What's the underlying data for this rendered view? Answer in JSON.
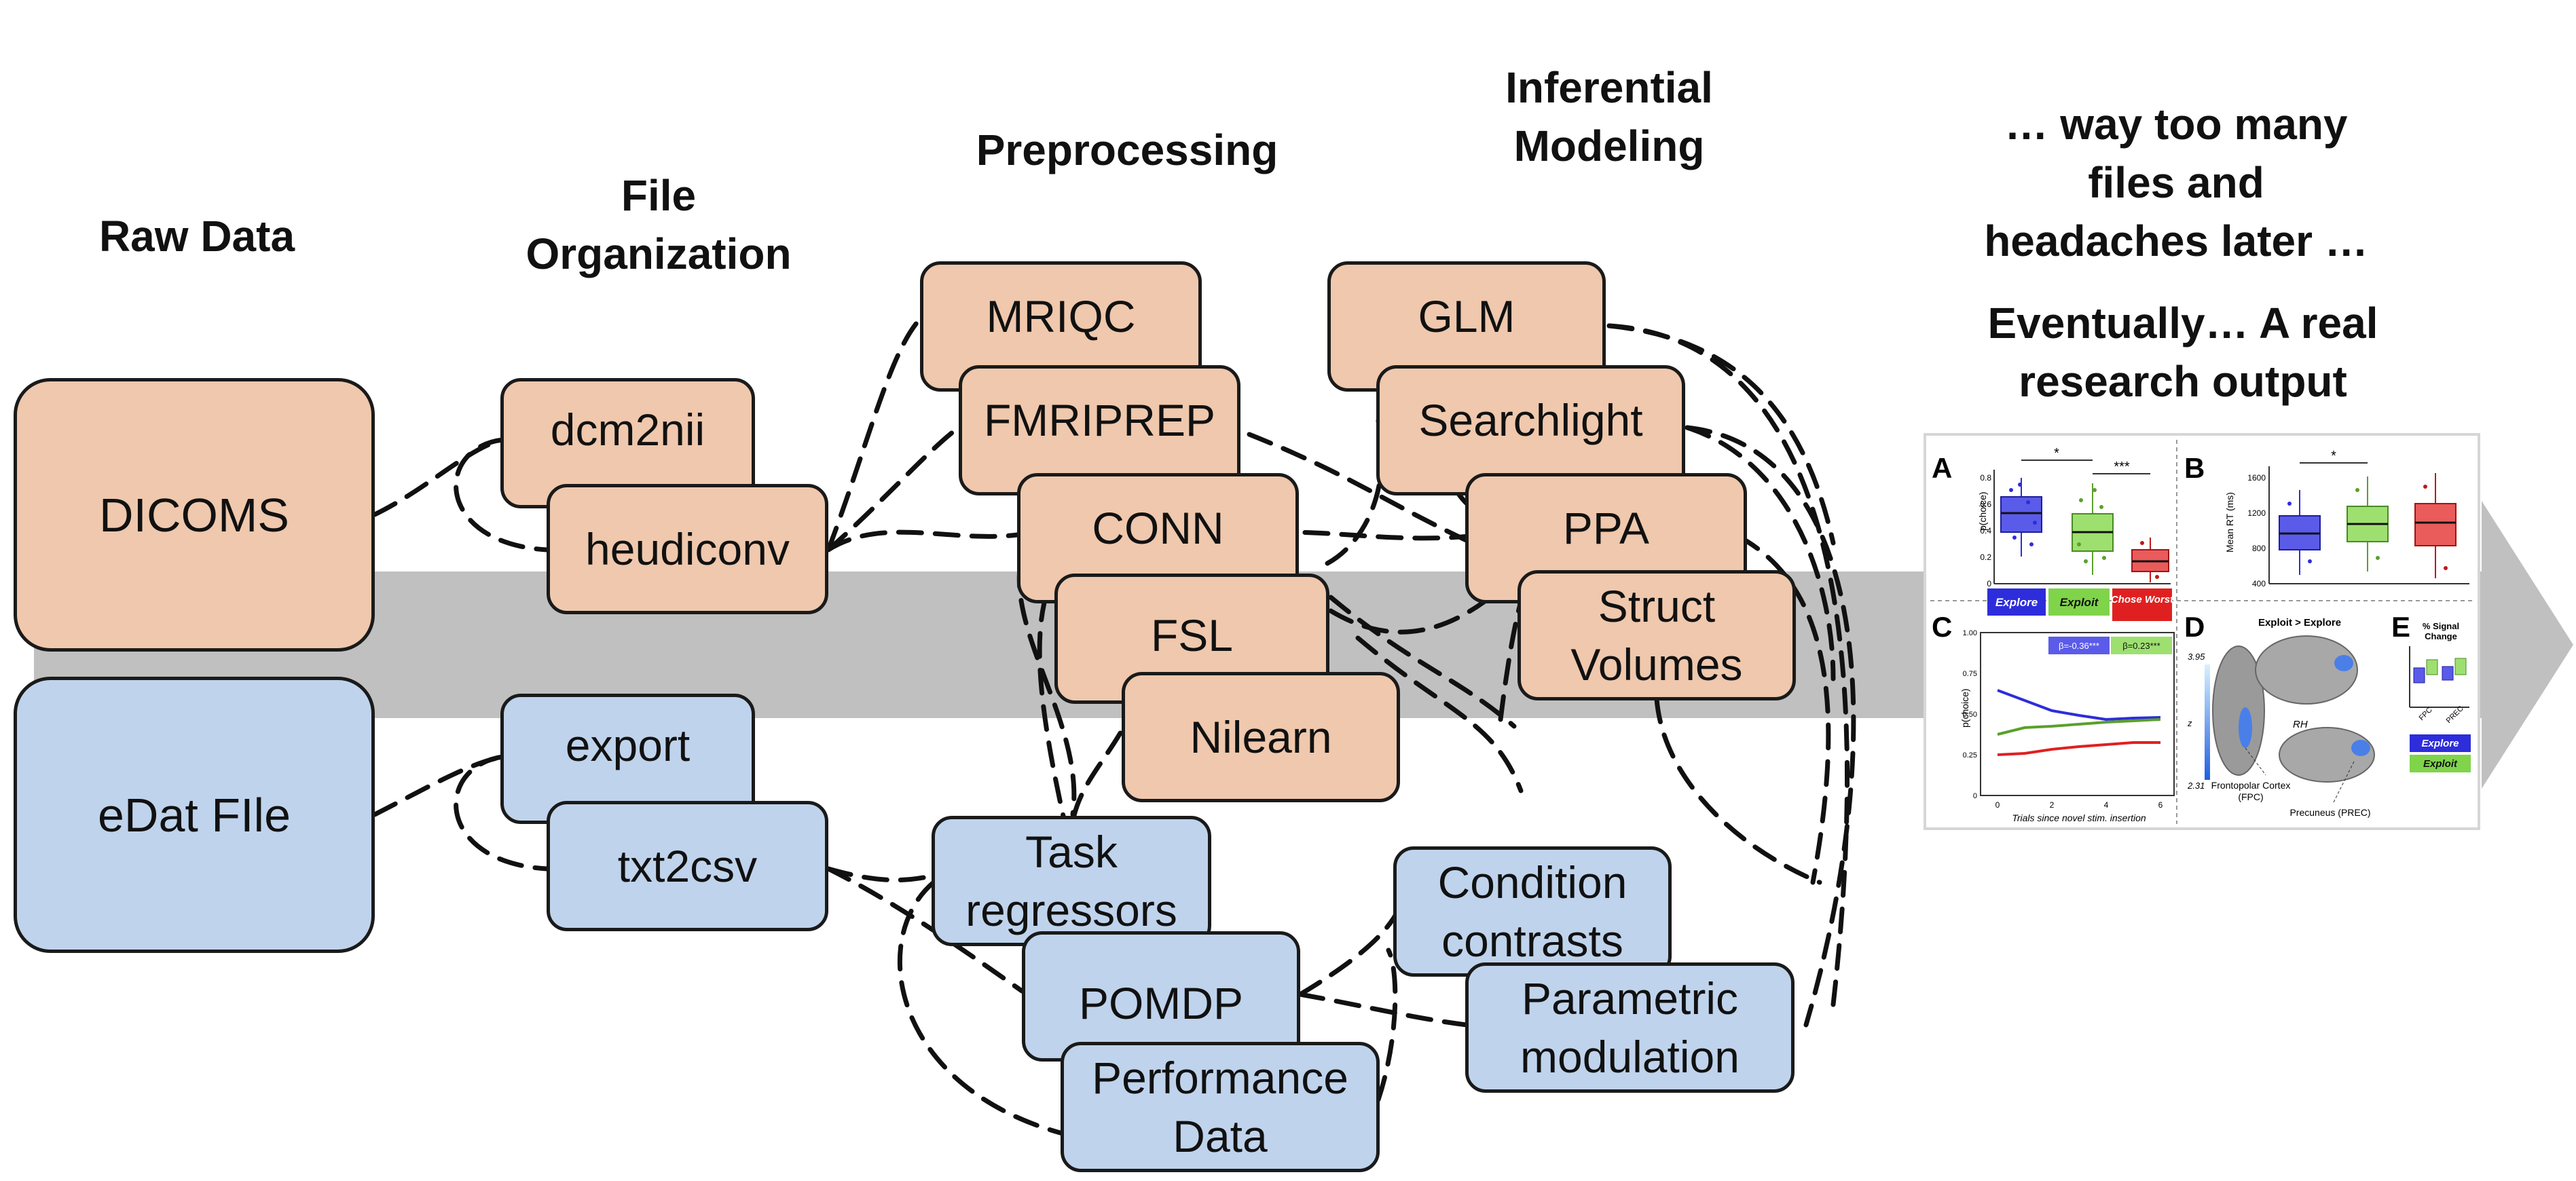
{
  "headings": {
    "raw_data": "Raw Data",
    "file_organization": [
      "File",
      "Organization"
    ],
    "preprocessing": "Preprocessing",
    "inferential_modeling": [
      "Inferential",
      "Modeling"
    ],
    "aside": [
      "… way too many",
      "files and",
      "headaches later …"
    ],
    "outcome": [
      "Eventually… A real",
      "research output"
    ]
  },
  "raw_data": {
    "dicoms": "DICOMS",
    "edat": "eDat FIle"
  },
  "file_organization": {
    "dcm2nii": "dcm2nii",
    "heudiconv": "heudiconv",
    "export": "export",
    "txt2csv": "txt2csv"
  },
  "preprocessing": {
    "mriqc": "MRIQC",
    "fmriprep": "FMRIPREP",
    "conn": "CONN",
    "fsl": "FSL",
    "nilearn": "Nilearn"
  },
  "modeling": {
    "glm": "GLM",
    "searchlight": "Searchlight",
    "ppa": "PPA",
    "struct_volumes": [
      "Struct",
      "Volumes"
    ]
  },
  "behavioral": {
    "task_regressors": [
      "Task",
      "regressors"
    ],
    "pomdp": "POMDP",
    "performance_data": [
      "Performance",
      "Data"
    ],
    "condition_contrasts": [
      "Condition",
      "contrasts"
    ],
    "parametric_modulation": [
      "Parametric",
      "modulation"
    ]
  },
  "result_figure": {
    "panel_letters": [
      "A",
      "B",
      "C",
      "D",
      "E"
    ],
    "a_ylabel": "p(choice)",
    "a_yticks": [
      "0",
      "0.2",
      "0.4",
      "0.6",
      "0.8"
    ],
    "a_sig": [
      "*",
      "***"
    ],
    "b_ylabel": "Mean RT (ms)",
    "b_yticks": [
      "400",
      "800",
      "1200",
      "1600"
    ],
    "b_sig": "*",
    "legend": [
      "Explore",
      "Exploit",
      "Chose Worst"
    ],
    "c_ylabel": "p(choice)",
    "c_xlabel": "Trials since novel stim. insertion",
    "c_xticks": [
      "0",
      "2",
      "4",
      "6"
    ],
    "c_yticks": [
      "0",
      "0.25",
      "0.50",
      "0.75",
      "1.00"
    ],
    "c_betas": [
      "β=-0.36***",
      "β=0.23***"
    ],
    "d_title": "Exploit > Explore",
    "d_z_max": "3.95",
    "d_z_label": "z",
    "d_z_min": "2.31",
    "d_hemi": "RH",
    "d_fpc": [
      "Frontopolar Cortex",
      "(FPC)"
    ],
    "d_prec": "Precuneus (PREC)",
    "e_title": [
      "% Signal",
      "Change"
    ],
    "e_xticks": [
      "FPC",
      "PREC"
    ],
    "e_legend": [
      "Explore",
      "Exploit"
    ]
  },
  "colors": {
    "raw_orange": "#efc8ad",
    "raw_blue": "#bfd3ec",
    "pipeline_arrow": "#c0c0c0",
    "explore": "#2d2ddb",
    "exploit": "#7fd44a",
    "chose_worst": "#e02020"
  }
}
